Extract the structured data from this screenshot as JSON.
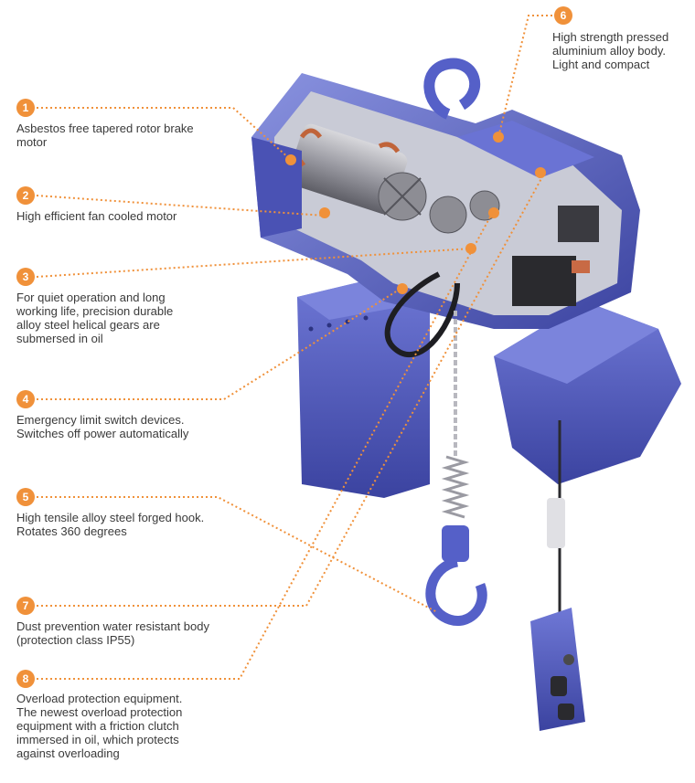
{
  "callouts": [
    {
      "number": "1",
      "text": "Asbestos free tapered rotor brake\nmotor"
    },
    {
      "number": "2",
      "text": "High efficient fan cooled motor"
    },
    {
      "number": "3",
      "text": "For quiet operation and long\nworking life, precision durable\nalloy steel helical gears are\nsubmersed in oil"
    },
    {
      "number": "4",
      "text": "Emergency limit switch devices.\nSwitches off power automatically"
    },
    {
      "number": "5",
      "text": "High tensile alloy steel forged hook.\nRotates 360 degrees"
    },
    {
      "number": "6",
      "text": "High strength pressed\naluminium alloy body.\nLight and compact"
    },
    {
      "number": "7",
      "text": "Dust prevention water resistant body\n(protection class IP55)"
    },
    {
      "number": "8",
      "text": "Overload protection equipment.\nThe newest overload protection\nequipment with a friction clutch\nimmersed in oil, which protects\nagainst overloading"
    }
  ],
  "colors": {
    "accent": "#f0913a",
    "body_blue": "#5560c8",
    "body_dark": "#3b43a0",
    "body_light": "#8a93e0",
    "text": "#3a3a3a"
  }
}
